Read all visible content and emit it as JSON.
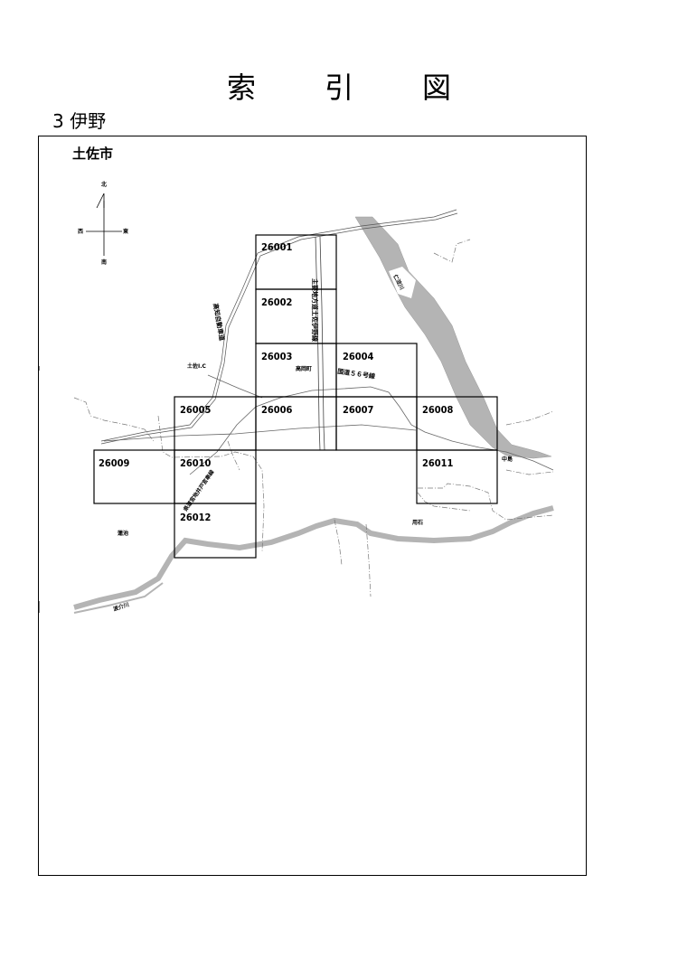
{
  "page": {
    "title_chars": [
      "索",
      "引",
      "図"
    ],
    "section": "3 伊野",
    "city": "土佐市"
  },
  "compass": {
    "north": "北",
    "south": "南",
    "west": "西",
    "east": "東"
  },
  "grid": [
    {
      "id": "26001"
    },
    {
      "id": "26002"
    },
    {
      "id": "26003"
    },
    {
      "id": "26004"
    },
    {
      "id": "26005"
    },
    {
      "id": "26006"
    },
    {
      "id": "26007"
    },
    {
      "id": "26008"
    },
    {
      "id": "26009"
    },
    {
      "id": "26010"
    },
    {
      "id": "26011"
    },
    {
      "id": "26012"
    }
  ],
  "labels": {
    "route_main": "主要地方道土佐伊野線",
    "expressway": "高知自動車道",
    "ic": "土佐I.C",
    "takaoka": "高岡町",
    "route56": "国道５６号線",
    "niyodo": "仁淀川",
    "nakajima": "中島",
    "kenmichi": "県道宮地井戸宮奉線",
    "yoshi": "用石",
    "lake": "蓮池",
    "hakyo": "波介川"
  },
  "colors": {
    "river": "#b4b4b4",
    "road": "#666666"
  }
}
